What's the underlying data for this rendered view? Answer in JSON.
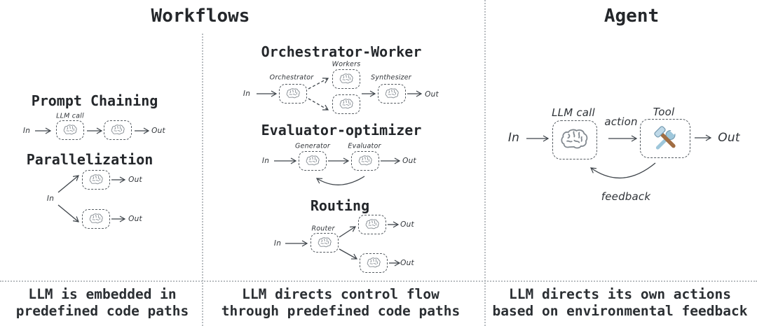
{
  "headers": {
    "workflows": "Workflows",
    "agent": "Agent"
  },
  "workflows": {
    "prompt_chaining": {
      "title": "Prompt Chaining",
      "llm_call_label": "LLM call",
      "in": "In",
      "out": "Out"
    },
    "parallelization": {
      "title": "Parallelization",
      "in": "In",
      "out_top": "Out",
      "out_bottom": "Out"
    },
    "orchestrator_worker": {
      "title": "Orchestrator-Worker",
      "orchestrator": "Orchestrator",
      "workers": "Workers",
      "synthesizer": "Synthesizer",
      "in": "In",
      "out": "Out"
    },
    "evaluator_optimizer": {
      "title": "Evaluator-optimizer",
      "generator": "Generator",
      "evaluator": "Evaluator",
      "in": "In",
      "out": "Out"
    },
    "routing": {
      "title": "Routing",
      "router": "Router",
      "in": "In",
      "out_top": "Out",
      "out_bottom": "Out"
    }
  },
  "agent": {
    "llm_call": "LLM call",
    "action": "action",
    "tool": "Tool",
    "feedback": "feedback",
    "in": "In",
    "out": "Out"
  },
  "captions": {
    "workflows_left": "LLM is embedded in\npredefined code paths",
    "workflows_middle": "LLM directs control flow\nthrough predefined code paths",
    "agent": "LLM directs its own actions\nbased on environmental feedback"
  },
  "colors": {
    "ink": "#3e444a",
    "box_border": "#565c62",
    "separator": "#b9bdc1",
    "brain_stroke": "#81888f",
    "tool_blue": "#9ec7db",
    "tool_blue_dark": "#6f95ab",
    "tool_brown": "#a16d42"
  }
}
